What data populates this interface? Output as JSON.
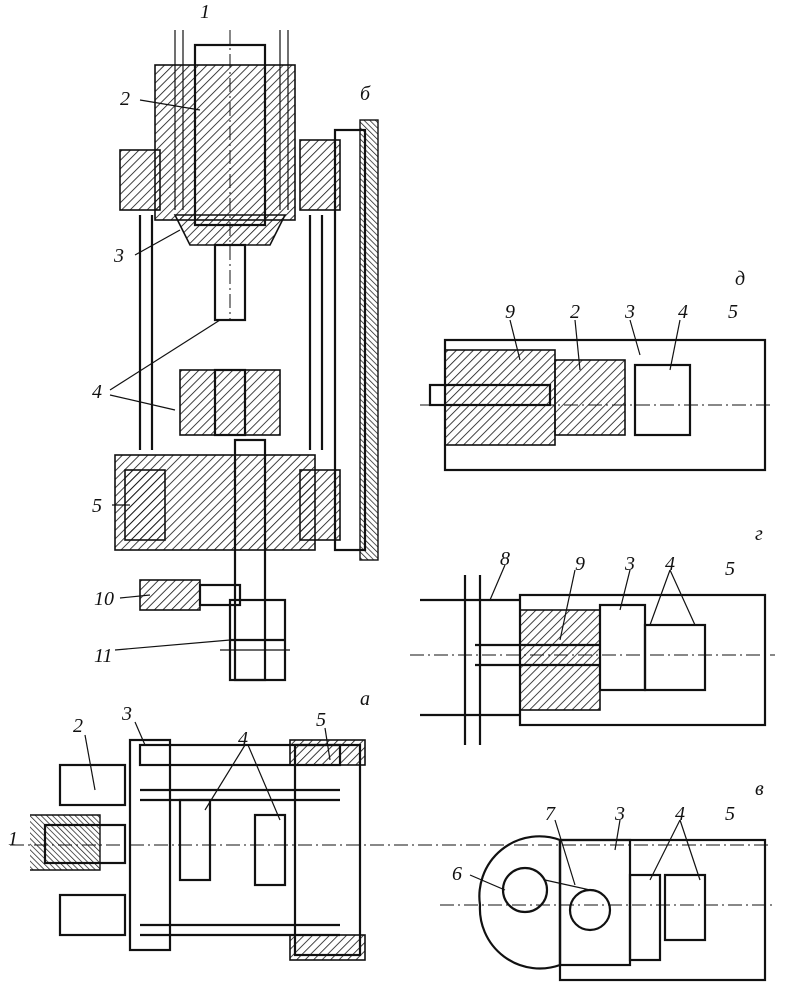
{
  "labels": {
    "b": [
      "2",
      "3",
      "4",
      "5",
      "10",
      "11",
      "1",
      "б",
      "а"
    ],
    "a": [
      "2",
      "3",
      "4",
      "5",
      "1"
    ],
    "d": [
      "9",
      "2",
      "3",
      "4",
      "5",
      "д"
    ],
    "g": [
      "8",
      "9",
      "3",
      "4",
      "5",
      "г"
    ],
    "v": [
      "6",
      "7",
      "3",
      "4",
      "5",
      "в"
    ]
  }
}
